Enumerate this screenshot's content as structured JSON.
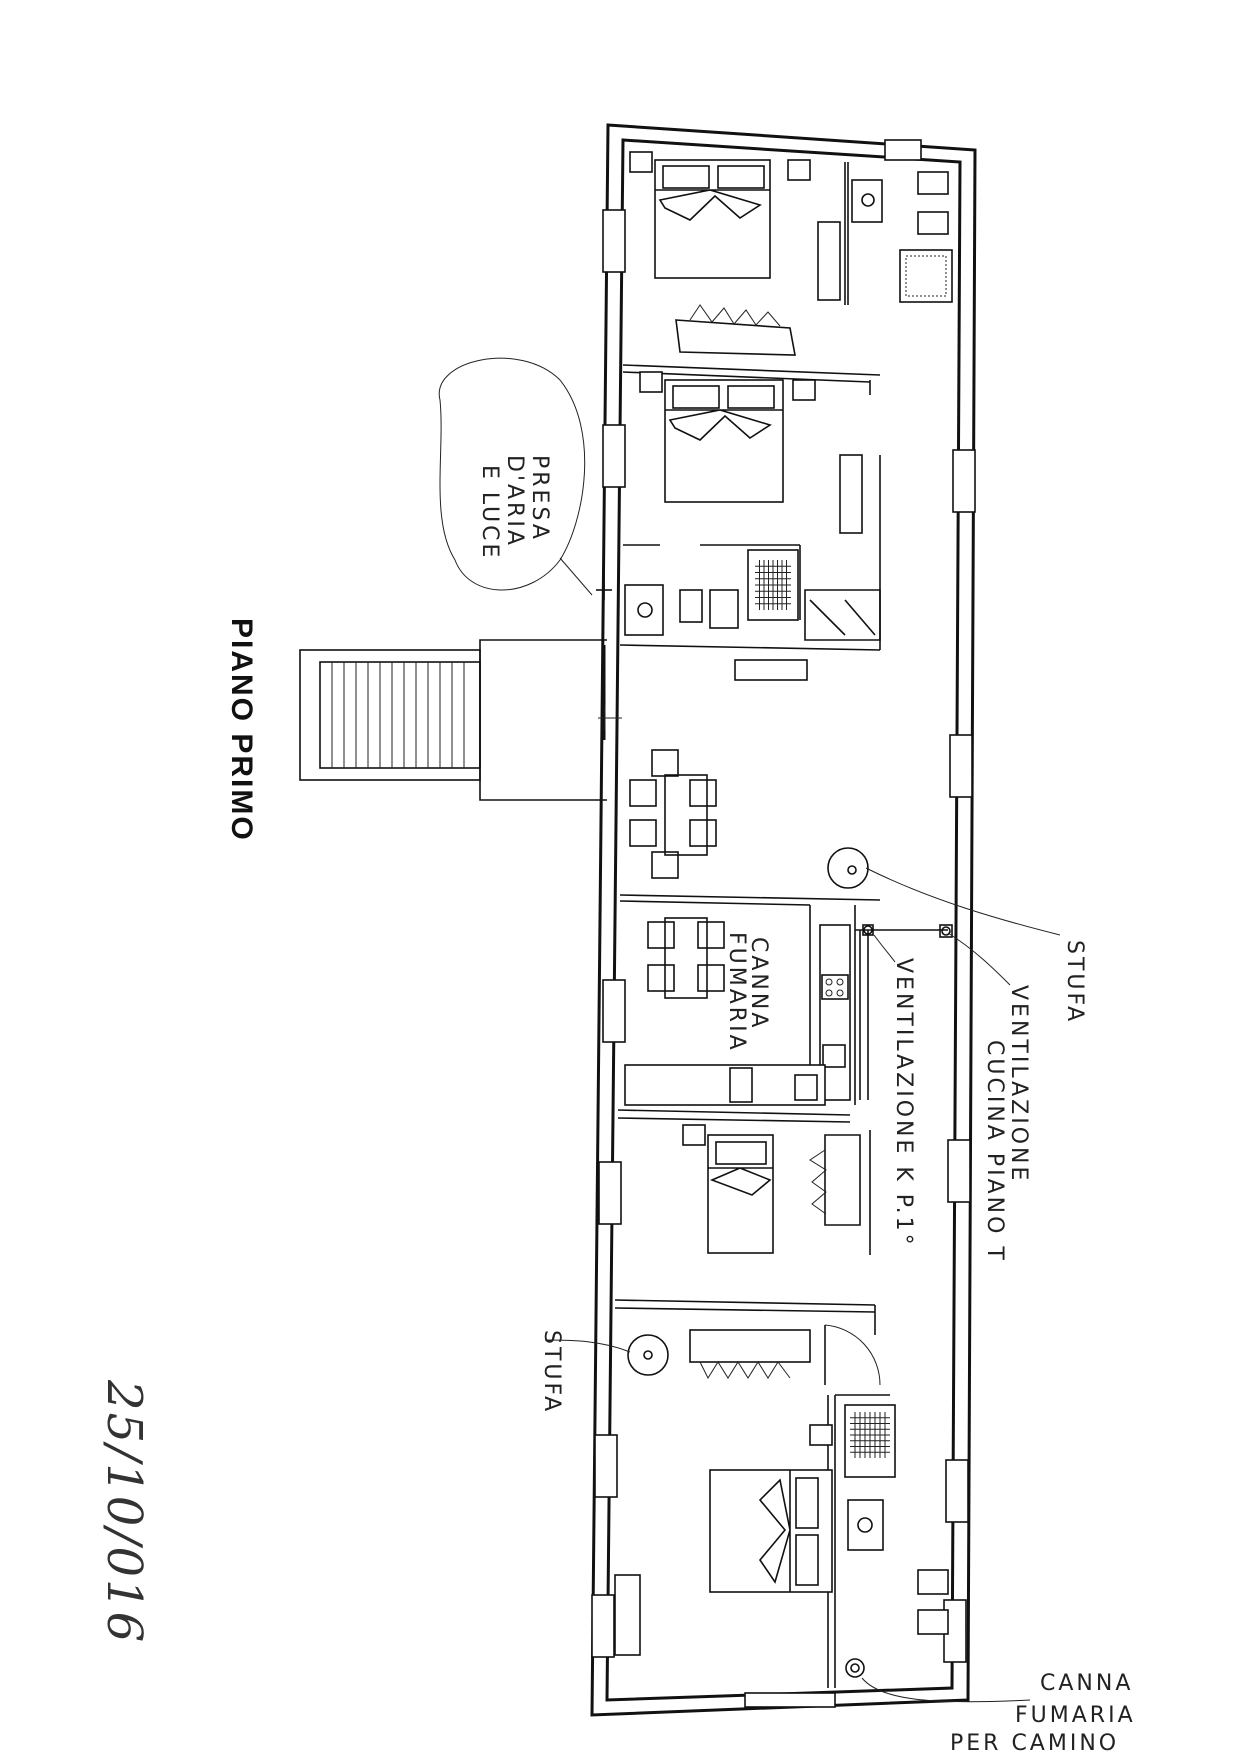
{
  "floor_title": "PIANO PRIMO",
  "annotations": {
    "presa_aria_luce": [
      "PRESA",
      "D'ARIA",
      "E LUCE"
    ],
    "stufa_top": "STUFA",
    "ventilazione_cucina": [
      "VENTILAZIONE",
      "CUCINA PIANO T"
    ],
    "ventilazione_k": "VENTILAZIONE K P.1°",
    "canna_fumaria_kitchen": [
      "CANNA",
      "FUMARIA"
    ],
    "stufa_bottom": "STUFA",
    "canna_fumaria_camino": [
      "CANNA",
      "FUMARIA",
      "PER CAMINO"
    ]
  },
  "date": "25/10/016"
}
